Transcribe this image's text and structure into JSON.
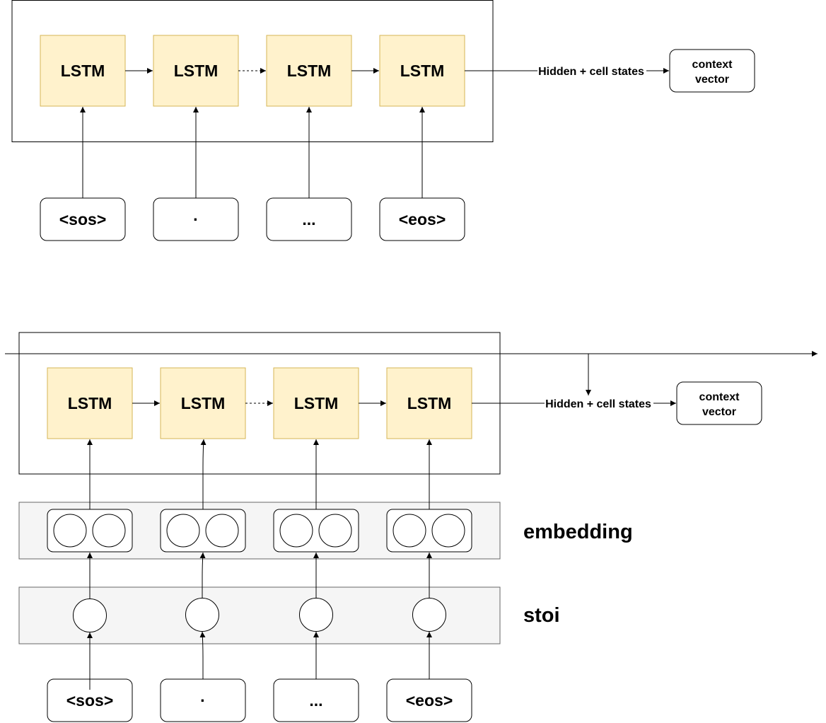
{
  "top_encoder": {
    "lstm_labels": [
      "LSTM",
      "LSTM",
      "LSTM",
      "LSTM"
    ],
    "tokens": [
      "<sos>",
      "·",
      "...",
      "<eos>"
    ],
    "states_label": "Hidden + cell states",
    "context_label_line1": "context",
    "context_label_line2": "vector"
  },
  "bottom_encoder": {
    "lstm_labels": [
      "LSTM",
      "LSTM",
      "LSTM",
      "LSTM"
    ],
    "tokens": [
      "<sos>",
      "·",
      "...",
      "<eos>"
    ],
    "states_label": "Hidden + cell states",
    "context_label_line1": "context",
    "context_label_line2": "vector",
    "embedding_label": "embedding",
    "stoi_label": "stoi"
  },
  "colors": {
    "lstm_fill": "#fff2cc",
    "lstm_stroke": "#d6b656",
    "layer_fill": "#f5f5f5",
    "layer_stroke": "#666666",
    "line": "#000000"
  }
}
